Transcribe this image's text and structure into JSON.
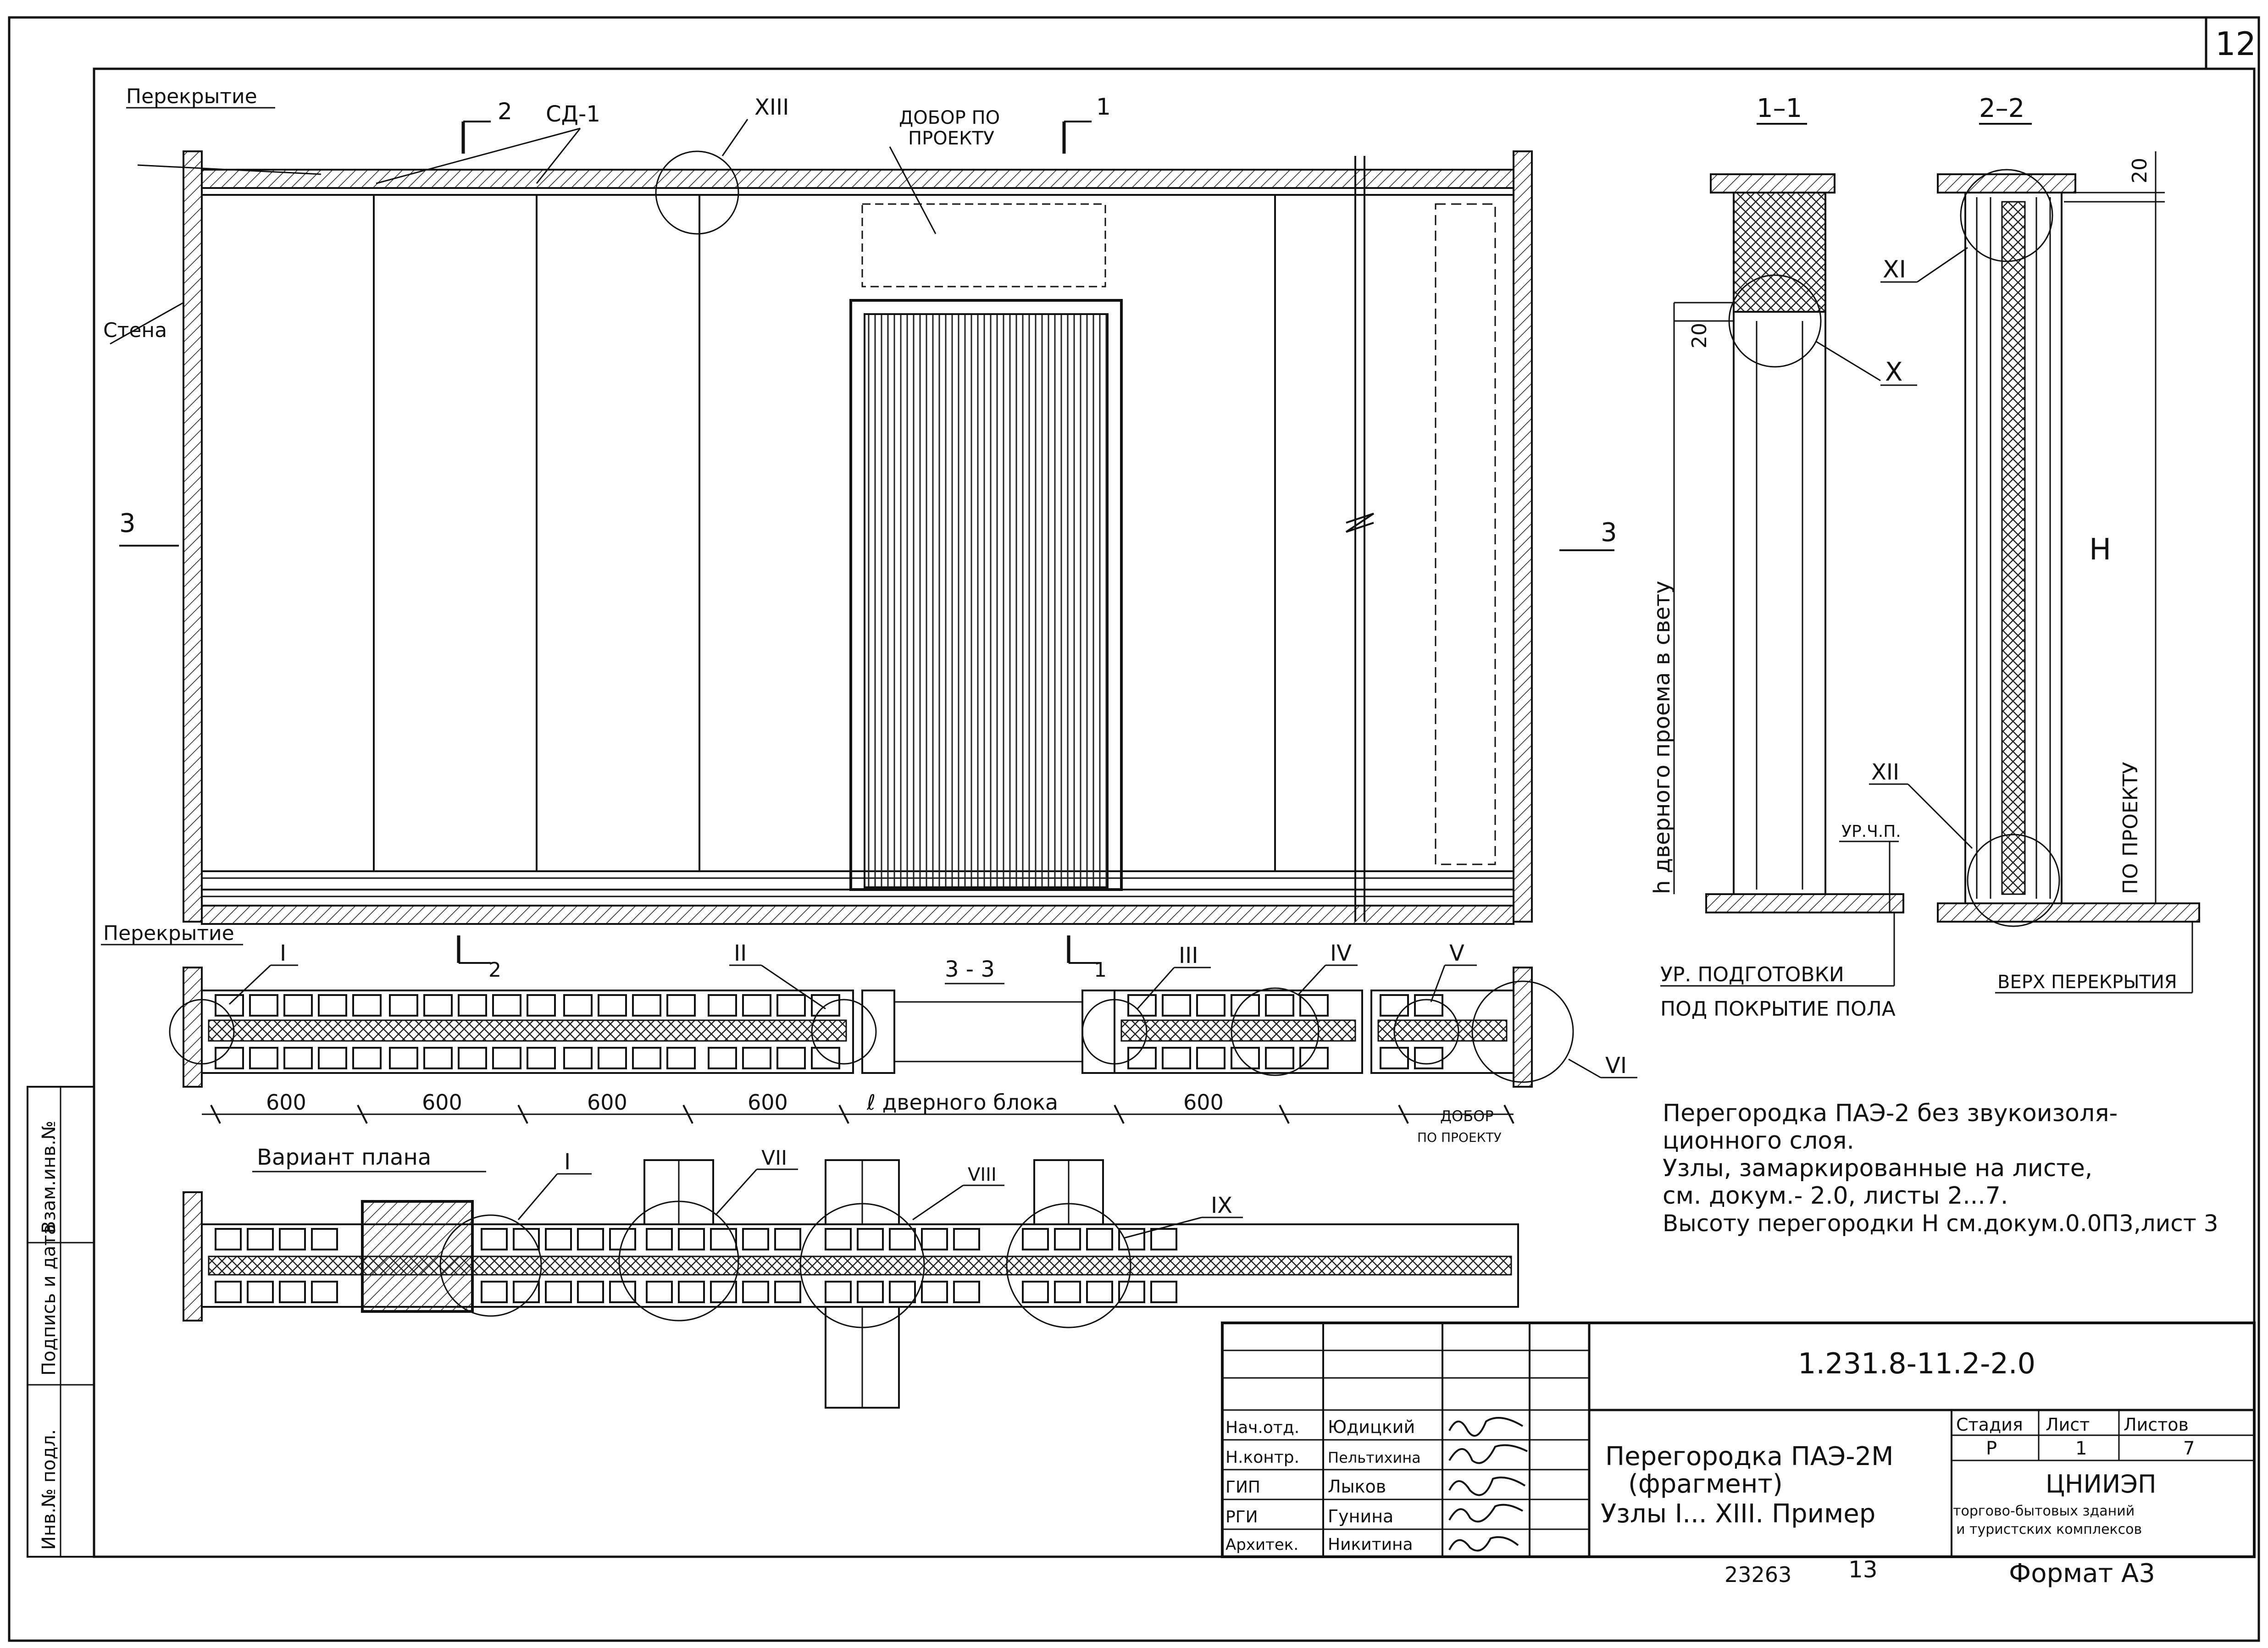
{
  "sheet": {
    "page_number": "12",
    "bottom_number": "23263",
    "bottom_sheet": "13",
    "format": "Формат А3"
  },
  "elevation": {
    "label_ceiling_top": "Перекрытие",
    "label_ceiling_bottom": "Перекрытие",
    "label_wall": "Стена",
    "label_sd": "СД-1",
    "label_dobor": "ДОБОР ПО",
    "label_dobor2": "ПРОЕКТУ",
    "node_xiii": "XIII",
    "cut_1": "1",
    "cut_2": "2",
    "cut_3_left": "3",
    "cut_3_right": "3"
  },
  "section_1_1": {
    "title": "1–1",
    "dim_20": "20",
    "node_x": "X",
    "h_label": "h дверного проема в свету",
    "ur_chp": "УР.Ч.П."
  },
  "section_2_2": {
    "title": "2–2",
    "dim_20": "20",
    "node_xi": "XI",
    "node_xii": "XII",
    "H_label": "H",
    "po_proektu": "ПО ПРОЕКТУ"
  },
  "levels": {
    "ur_podgotovki": "УР. ПОДГОТОВКИ",
    "pod_pokrytie": "ПОД ПОКРЫТИЕ ПОЛА",
    "verh_perekrytiya": "ВЕРХ ПЕРЕКРЫТИЯ"
  },
  "plan": {
    "title": "3 - 3",
    "cut_1": "1",
    "cut_2": "2",
    "nodes": [
      "I",
      "II",
      "III",
      "IV",
      "V",
      "VI"
    ],
    "dims": [
      "600",
      "600",
      "600",
      "600",
      "ℓ дверного блока",
      "600"
    ],
    "dobor": "ДОБОР",
    "dobor2": "ПО ПРОЕКТУ"
  },
  "variant": {
    "title": "Вариант плана",
    "nodes": [
      "I",
      "VII",
      "VIII",
      "IX"
    ]
  },
  "notes": [
    "Перегородка ПАЭ-2 без звукоизоля-",
    "ционного слоя.",
    "Узлы, замаркированные на листе,",
    "см. докум.- 2.0, листы 2...7.",
    "Высоту перегородки H см.докум.0.0П3,лист 3"
  ],
  "side_stamp": [
    "Инв.№ подл.",
    "Подпись и дата",
    "Взам.инв.№"
  ],
  "title_block": {
    "code": "1.231.8-11.2-2.0",
    "title_lines": [
      "Перегородка ПАЭ-2М",
      "(фрагмент)",
      "Узлы I... XIII. Пример"
    ],
    "roles": [
      "Нач.отд.",
      "Н.контр.",
      "ГИП",
      "РГИ",
      "Архитек."
    ],
    "names": [
      "Юдицкий",
      "Пельтихина",
      "Лыков",
      "Гунина",
      "Никитина"
    ],
    "stage_header": "Стадия",
    "sheet_header": "Лист",
    "sheets_header": "Листов",
    "stage": "Р",
    "sheet": "1",
    "sheets": "7",
    "org": "ЦНИИЭП",
    "org2": "торгово-бытовых зданий",
    "org3": "и туристских комплексов"
  }
}
